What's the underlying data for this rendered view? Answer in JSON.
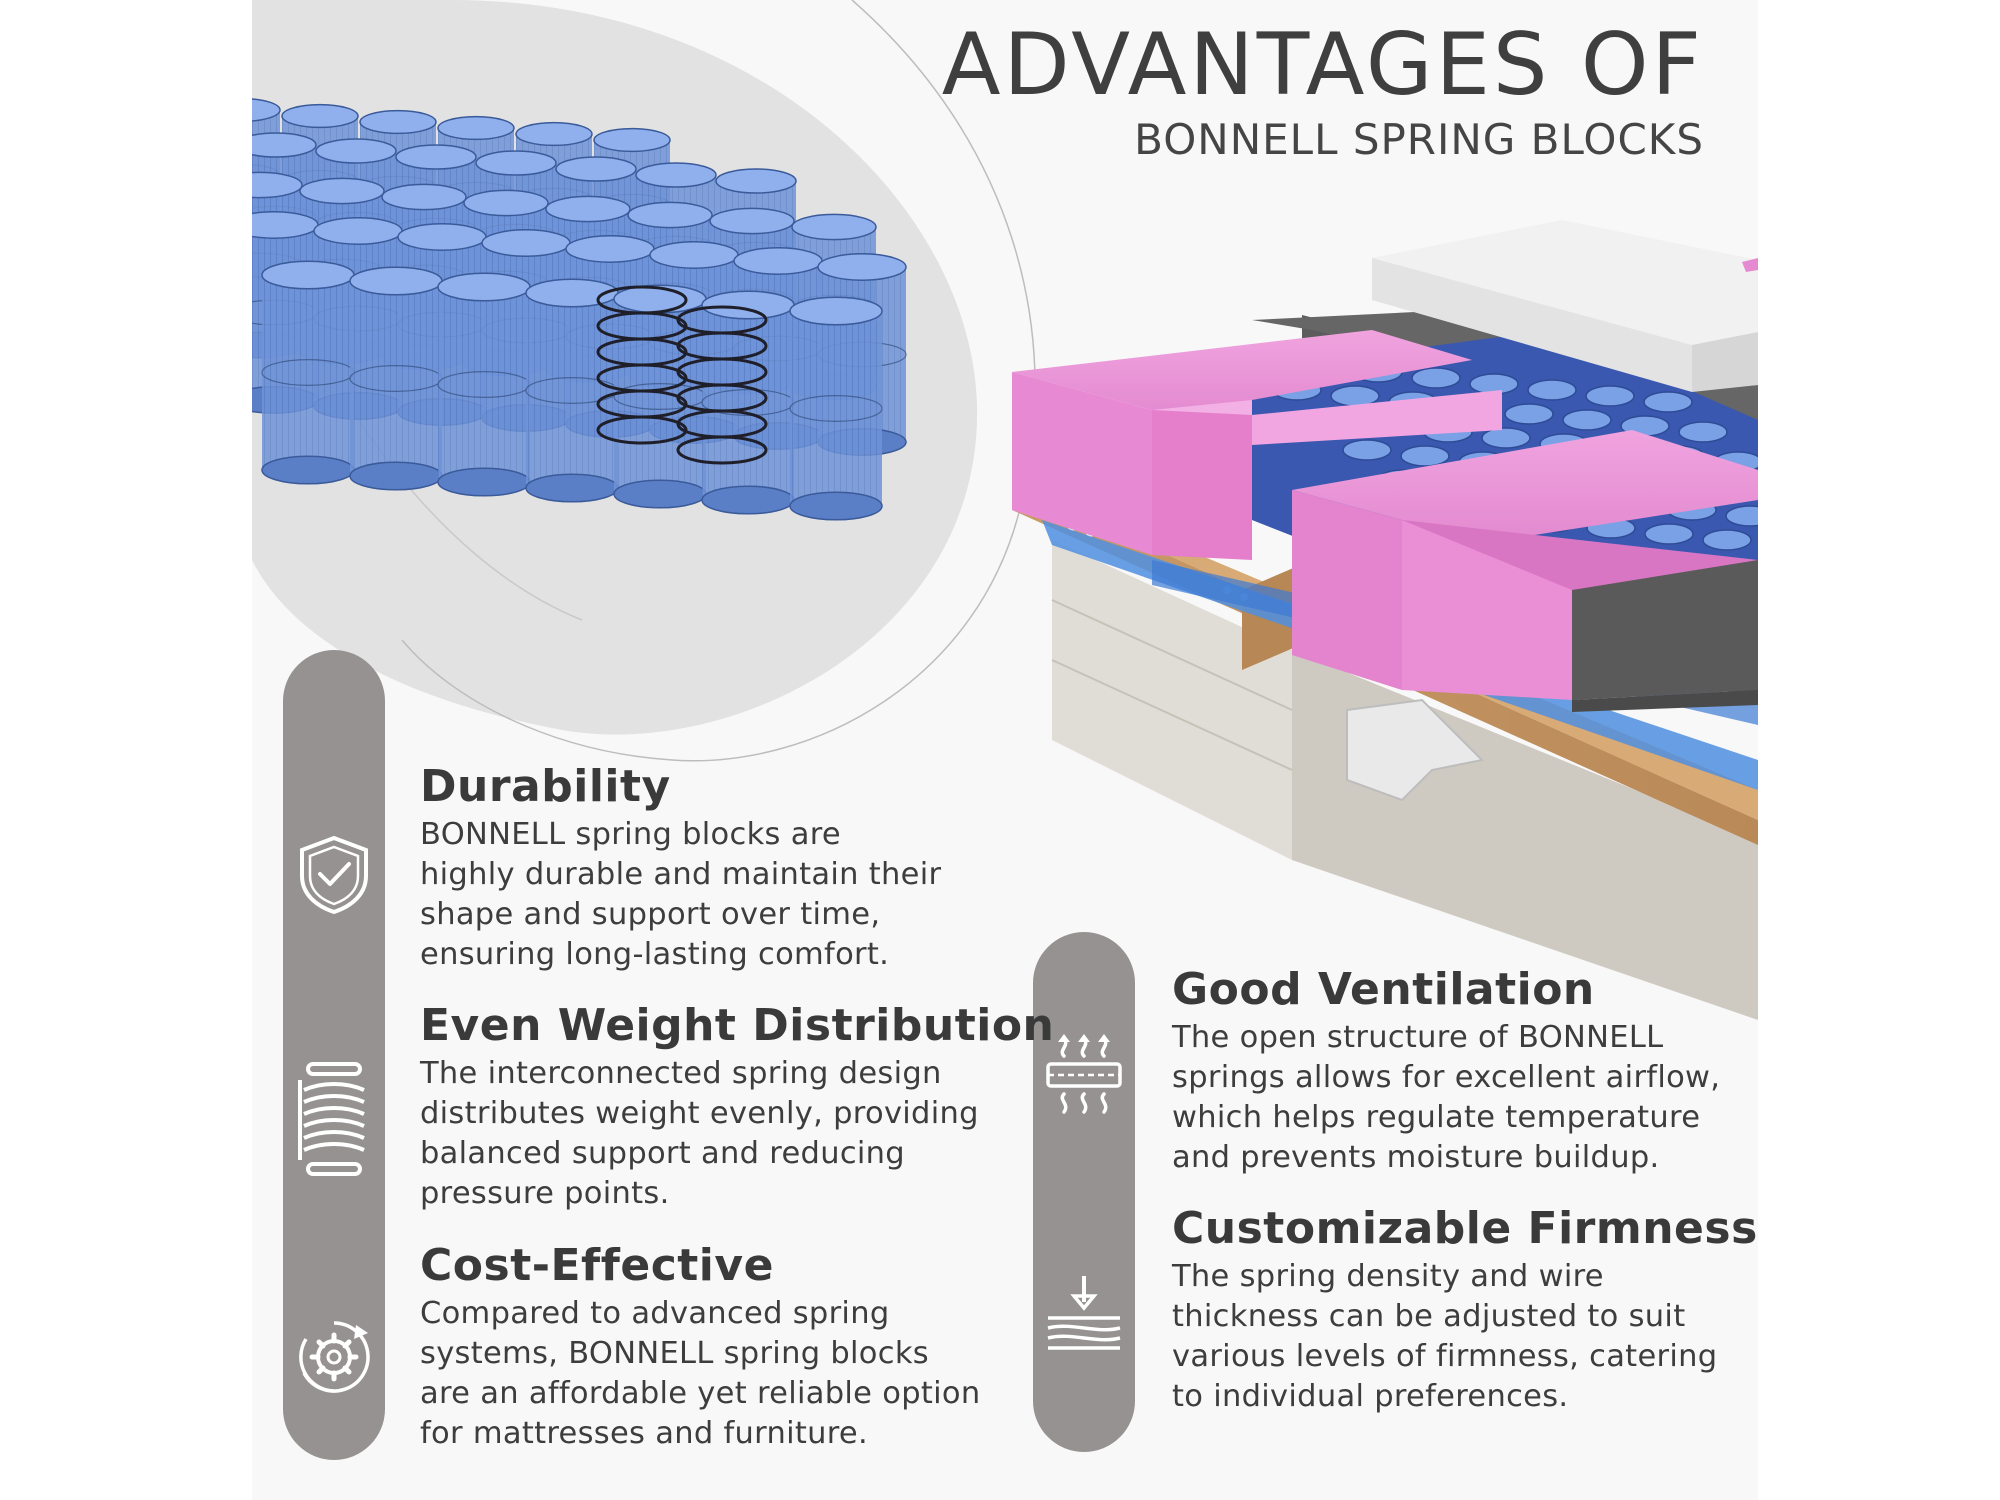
{
  "header": {
    "title": "ADVANTAGES OF",
    "subtitle": "BONNELL SPRING BLOCKS"
  },
  "features": [
    {
      "title": "Durability",
      "text": "BONNELL spring blocks are\nhighly durable and maintain their\nshape and support over time,\nensuring long-lasting comfort.",
      "icon": "shield-check-icon"
    },
    {
      "title": "Even Weight Distribution",
      "text": "The interconnected spring design\ndistributes weight evenly, providing\nbalanced support and reducing\npressure points.",
      "icon": "coil-spring-icon"
    },
    {
      "title": "Cost-Effective",
      "text": "Compared to advanced spring\nsystems, BONNELL spring blocks\n are an affordable yet reliable option\nfor mattresses and furniture.",
      "icon": "gear-cycle-icon"
    },
    {
      "title": "Good Ventilation",
      "text": "The open structure of BONNELL\nsprings allows for excellent airflow,\nwhich helps regulate temperature\nand prevents moisture buildup.",
      "icon": "airflow-icon"
    },
    {
      "title": "Customizable Firmness",
      "text": "The spring density and wire\nthickness can be adjusted to suit\nvarious levels of firmness, catering\nto individual preferences.",
      "icon": "compression-layers-icon"
    }
  ],
  "colors": {
    "background": "#f8f8f8",
    "pill": "#959291",
    "spring_blue": "#6f93d8",
    "foam_pink": "#e48bd0",
    "text": "#3d3d3d"
  }
}
